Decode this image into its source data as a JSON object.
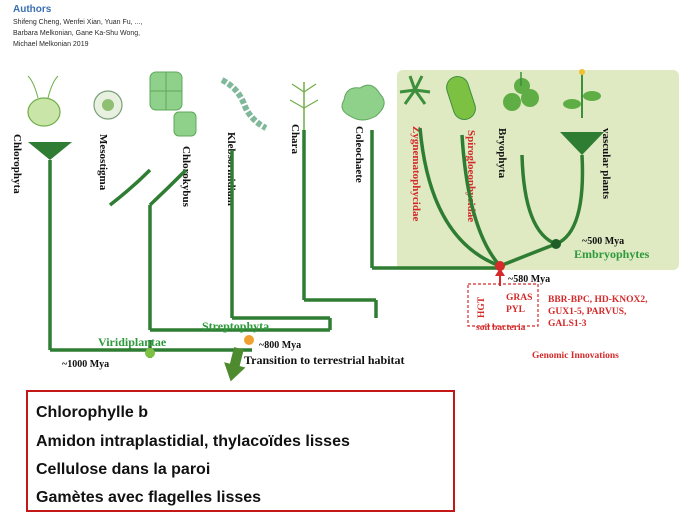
{
  "header": {
    "title": "Authors",
    "lines": [
      "Shifeng Cheng, Wenfei Xian, Yuan Fu, ...,",
      "Barbara Melkonian, Gane Ka-Shu Wong,",
      "Michael Melkonian    2019"
    ]
  },
  "tree": {
    "taxa": [
      "Chlorophyta",
      "Mesostigma",
      "Chlorokybus",
      "Klebsormidium",
      "Chara",
      "Coleochaete",
      "Zygnematophycidae",
      "Spirogloeophycidae",
      "Bryophyta",
      "vascular plants"
    ],
    "clades": {
      "viridiplantae": "Viridiplantae",
      "streptophyta": "Streptophyta",
      "embryophytes": "Embryophytes"
    },
    "ages": {
      "age_1000": "~1000 Mya",
      "age_800": "~800 Mya",
      "age_580": "~580 Mya",
      "age_500": "~500 Mya"
    },
    "transition": "Transition to terrestrial habitat",
    "hgt_label": "HGT",
    "soil_bacteria": "soil bacteria",
    "gras": "GRAS",
    "pyl": "PYL",
    "genes": [
      "BBR-BPC, HD-KNOX2,",
      "GUX1-5, PARVUS,",
      "GALS1-3"
    ],
    "genomic_innovations": "Genomic Innovations",
    "colors": {
      "branch": "#2e7d32",
      "land_bg": "#dfe9c2",
      "red": "#d42a2a",
      "node_orange": "#f0a030",
      "node_green": "#7cc142"
    }
  },
  "traits": [
    "Chlorophylle b",
    " Amidon intraplastidial, thylacoïdes lisses",
    "Cellulose dans la paroi",
    "Gamètes avec  flagelles lisses"
  ]
}
